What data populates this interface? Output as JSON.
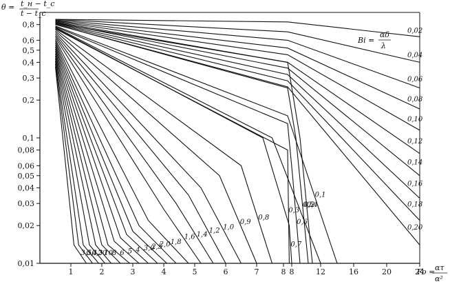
{
  "chart_data": {
    "type": "line",
    "title": "",
    "ylabel": {
      "lhs": "θ =",
      "numerator": "t_н − t_c",
      "denominator": "t − t_c"
    },
    "xlabel": {
      "lhs": "Fo =",
      "numerator": "ατ",
      "denominator": "α²"
    },
    "parameter_label": {
      "lhs": "Bi =",
      "numerator": "αδ",
      "denominator": "λ"
    },
    "y_scale": "log",
    "ylim": [
      0.01,
      1
    ],
    "y_ticks": [
      "0,8",
      "0,6",
      "0,5",
      "0,4",
      "0,3",
      "0,2",
      "0,1",
      "0,08",
      "0,06",
      "0,05",
      "0,04",
      "0,03",
      "0,02",
      "0,01"
    ],
    "y_tick_values": [
      0.8,
      0.6,
      0.5,
      0.4,
      0.3,
      0.2,
      0.1,
      0.08,
      0.06,
      0.05,
      0.04,
      0.03,
      0.02,
      0.01
    ],
    "x_ticks": [
      "1",
      "2",
      "3",
      "4",
      "5",
      "6",
      "7",
      "8",
      "8",
      "12",
      "16",
      "20",
      "24"
    ],
    "x_tick_values": [
      1,
      2,
      3,
      4,
      5,
      6,
      7,
      8,
      8,
      12,
      16,
      20,
      24
    ],
    "x_scale_note": "left panel Fo 0–8, right panel Fo 8–24 (compressed)",
    "grid": false,
    "series": [
      {
        "name": "0,02",
        "points": [
          [
            0.5,
            0.88
          ],
          [
            8,
            0.84
          ],
          [
            24,
            0.64
          ]
        ]
      },
      {
        "name": "0,04",
        "points": [
          [
            0.5,
            0.88
          ],
          [
            8,
            0.7
          ],
          [
            24,
            0.4
          ]
        ]
      },
      {
        "name": "0,06",
        "points": [
          [
            0.5,
            0.87
          ],
          [
            8,
            0.6
          ],
          [
            24,
            0.25
          ]
        ]
      },
      {
        "name": "0,08",
        "points": [
          [
            0.5,
            0.86
          ],
          [
            8,
            0.52
          ],
          [
            24,
            0.17
          ]
        ]
      },
      {
        "name": "0,10",
        "points": [
          [
            0.5,
            0.85
          ],
          [
            8,
            0.46
          ],
          [
            24,
            0.115
          ]
        ]
      },
      {
        "name": "0,12",
        "points": [
          [
            0.5,
            0.84
          ],
          [
            8,
            0.4
          ],
          [
            24,
            0.075
          ]
        ]
      },
      {
        "name": "0,14",
        "points": [
          [
            0.5,
            0.83
          ],
          [
            8,
            0.36
          ],
          [
            24,
            0.05
          ]
        ]
      },
      {
        "name": "0,16",
        "points": [
          [
            0.5,
            0.82
          ],
          [
            8,
            0.32
          ],
          [
            24,
            0.033
          ]
        ]
      },
      {
        "name": "0,18",
        "points": [
          [
            0.5,
            0.81
          ],
          [
            8,
            0.285
          ],
          [
            24,
            0.022
          ]
        ]
      },
      {
        "name": "0,20",
        "points": [
          [
            0.5,
            0.8
          ],
          [
            8,
            0.255
          ],
          [
            24,
            0.014
          ]
        ]
      },
      {
        "name": "0,3",
        "points": [
          [
            0.5,
            0.78
          ],
          [
            8,
            0.15
          ],
          [
            14,
            0.01
          ]
        ]
      },
      {
        "name": "0,4",
        "points": [
          [
            0.5,
            0.76
          ],
          [
            7.5,
            0.1
          ],
          [
            12,
            0.01
          ]
        ]
      },
      {
        "name": "3,5",
        "points": [
          [
            0.5,
            0.74
          ],
          [
            8,
            0.08
          ],
          [
            8.2,
            0.01
          ]
        ]
      },
      {
        "name": "0,1",
        "points": [
          [
            0.5,
            0.82
          ],
          [
            8,
            0.4
          ],
          [
            9.5,
            0.1
          ],
          [
            11,
            0.01
          ]
        ]
      },
      {
        "name": "0,2",
        "points": [
          [
            0.5,
            0.8
          ],
          [
            8,
            0.25
          ],
          [
            9,
            0.1
          ],
          [
            10.5,
            0.01
          ]
        ]
      },
      {
        "name": "0,3b",
        "points": [
          [
            0.5,
            0.77
          ],
          [
            8,
            0.13
          ],
          [
            8.6,
            0.05
          ],
          [
            9.5,
            0.01
          ]
        ]
      },
      {
        "name": "0,4b",
        "points": [
          [
            0.5,
            0.75
          ],
          [
            7.2,
            0.1
          ],
          [
            8.2,
            0.02
          ],
          [
            8.5,
            0.01
          ]
        ]
      },
      {
        "name": "0,5",
        "points": [
          [
            0.5,
            0.73
          ],
          [
            6.5,
            0.06
          ],
          [
            7.5,
            0.01
          ]
        ]
      },
      {
        "name": "0,6",
        "points": [
          [
            0.5,
            0.71
          ],
          [
            5.8,
            0.05
          ],
          [
            7,
            0.01
          ]
        ]
      },
      {
        "name": "0,7",
        "points": [
          [
            0.5,
            0.69
          ],
          [
            5.2,
            0.04
          ],
          [
            6.5,
            0.01
          ]
        ]
      },
      {
        "name": "0,8",
        "points": [
          [
            0.5,
            0.67
          ],
          [
            4.8,
            0.035
          ],
          [
            6,
            0.01
          ]
        ]
      },
      {
        "name": "0,9",
        "points": [
          [
            0.5,
            0.65
          ],
          [
            4.4,
            0.03
          ],
          [
            5.6,
            0.01
          ]
        ]
      },
      {
        "name": "1,0",
        "points": [
          [
            0.5,
            0.63
          ],
          [
            4,
            0.027
          ],
          [
            5.2,
            0.01
          ]
        ]
      },
      {
        "name": "1,2",
        "points": [
          [
            0.5,
            0.61
          ],
          [
            3.5,
            0.022
          ],
          [
            4.8,
            0.01
          ]
        ]
      },
      {
        "name": "1,4",
        "points": [
          [
            0.5,
            0.59
          ],
          [
            3.2,
            0.02
          ],
          [
            4.4,
            0.01
          ]
        ]
      },
      {
        "name": "1,6",
        "points": [
          [
            0.5,
            0.57
          ],
          [
            3,
            0.018
          ],
          [
            4.1,
            0.01
          ]
        ]
      },
      {
        "name": "1,8",
        "points": [
          [
            0.5,
            0.55
          ],
          [
            2.8,
            0.017
          ],
          [
            3.8,
            0.01
          ]
        ]
      },
      {
        "name": "2,0",
        "points": [
          [
            0.5,
            0.53
          ],
          [
            2.6,
            0.016
          ],
          [
            3.5,
            0.01
          ]
        ]
      },
      {
        "name": "2,5",
        "points": [
          [
            0.5,
            0.51
          ],
          [
            2.4,
            0.015
          ],
          [
            3.2,
            0.01
          ]
        ]
      },
      {
        "name": "3,0",
        "points": [
          [
            0.5,
            0.49
          ],
          [
            2.2,
            0.014
          ],
          [
            2.9,
            0.01
          ]
        ]
      },
      {
        "name": "4",
        "points": [
          [
            0.5,
            0.47
          ],
          [
            2,
            0.014
          ],
          [
            2.6,
            0.01
          ]
        ]
      },
      {
        "name": "5",
        "points": [
          [
            0.5,
            0.45
          ],
          [
            1.8,
            0.014
          ],
          [
            2.3,
            0.01
          ]
        ]
      },
      {
        "name": "6",
        "points": [
          [
            0.5,
            0.43
          ],
          [
            1.6,
            0.014
          ],
          [
            2.1,
            0.01
          ]
        ]
      },
      {
        "name": "8",
        "points": [
          [
            0.5,
            0.41
          ],
          [
            1.4,
            0.014
          ],
          [
            1.9,
            0.01
          ]
        ]
      },
      {
        "name": "10",
        "points": [
          [
            0.5,
            0.39
          ],
          [
            1.25,
            0.014
          ],
          [
            1.7,
            0.01
          ]
        ]
      },
      {
        "name": "20",
        "points": [
          [
            0.5,
            0.37
          ],
          [
            1.1,
            0.014
          ],
          [
            1.5,
            0.01
          ]
        ]
      }
    ],
    "curve_labels": [
      "0,02",
      "0,04",
      "0,06",
      "0,08",
      "0,10",
      "0,12",
      "0,14",
      "0,16",
      "0,18",
      "0,20",
      "0,1",
      "0,2",
      "0,3",
      "0,4",
      "0,5",
      "0,6",
      "0,7",
      "0,8",
      "0,9",
      "1,0",
      "1,2",
      "1,4",
      "1,6",
      "1,8",
      "2,0",
      "2,5",
      "3,0",
      "4",
      "5",
      "6",
      "8",
      "10",
      "20",
      "0,3",
      "0,4",
      "3,5"
    ]
  }
}
